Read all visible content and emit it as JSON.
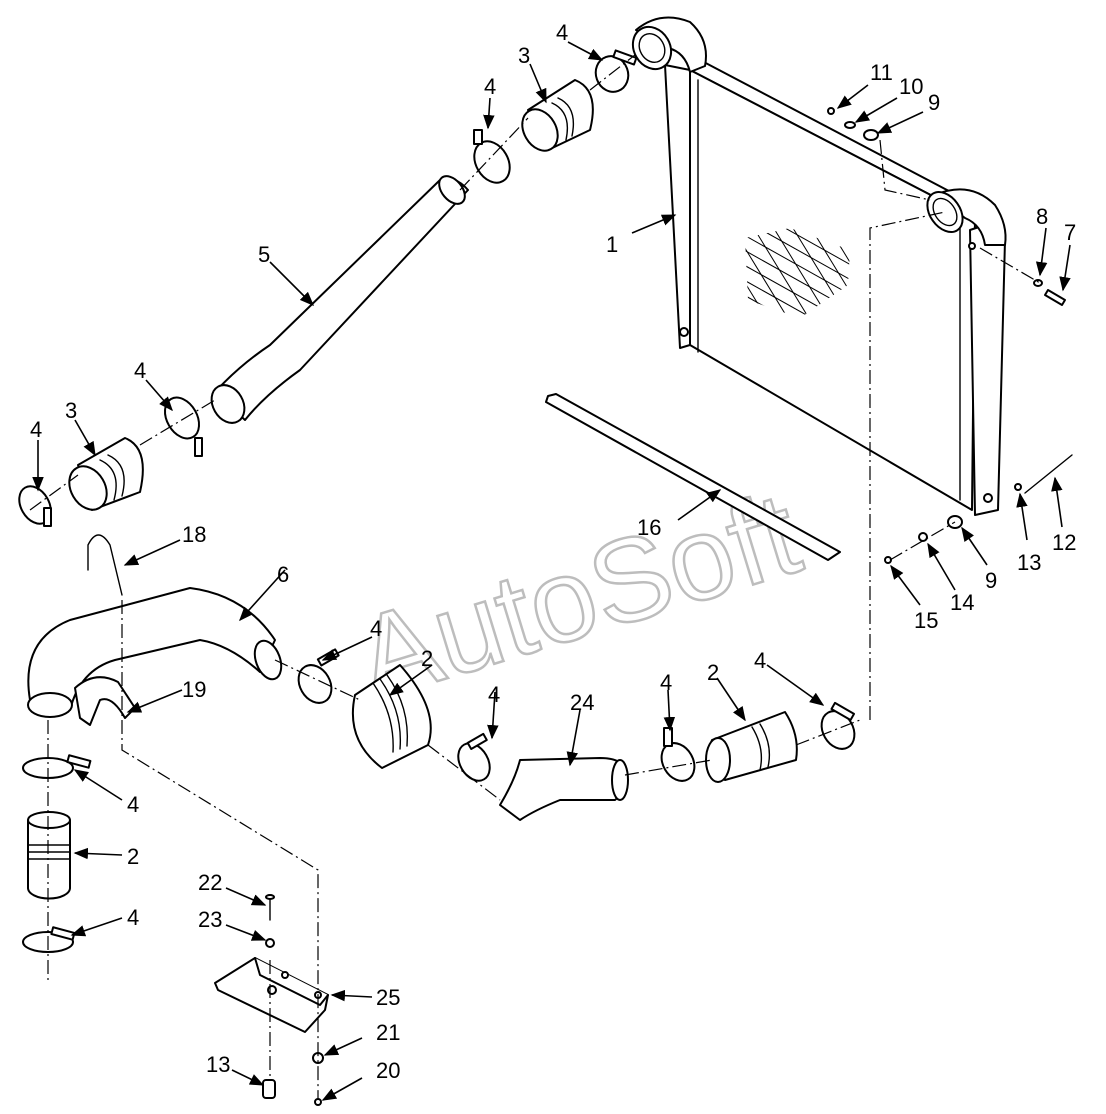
{
  "watermark": "AutoSoft",
  "callouts": {
    "c1": "1",
    "c2a": "2",
    "c2b": "2",
    "c2c": "2",
    "c3a": "3",
    "c3b": "3",
    "c4a": "4",
    "c4b": "4",
    "c4c": "4",
    "c4d": "4",
    "c4e": "4",
    "c4f": "4",
    "c4g": "4",
    "c4h": "4",
    "c4i": "4",
    "c4j": "4",
    "c5": "5",
    "c6": "6",
    "c7": "7",
    "c8": "8",
    "c9a": "9",
    "c9b": "9",
    "c10": "10",
    "c11": "11",
    "c12": "12",
    "c13a": "13",
    "c13b": "13",
    "c14": "14",
    "c15": "15",
    "c16": "16",
    "c18": "18",
    "c19": "19",
    "c20": "20",
    "c21": "21",
    "c22": "22",
    "c23": "23",
    "c24": "24",
    "c25": "25"
  }
}
